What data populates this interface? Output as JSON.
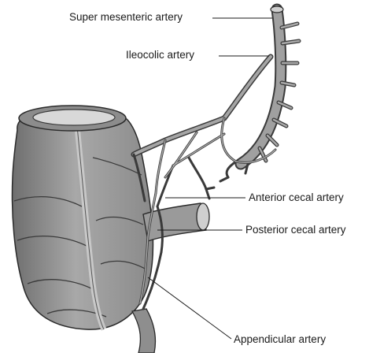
{
  "labels": {
    "superior_mesenteric": "Super mesenteric artery",
    "ileocolic": "Ileocolic artery",
    "anterior_cecal": "Anterior cecal artery",
    "posterior_cecal": "Posterior cecal artery",
    "appendicular": "Appendicular artery"
  }
}
